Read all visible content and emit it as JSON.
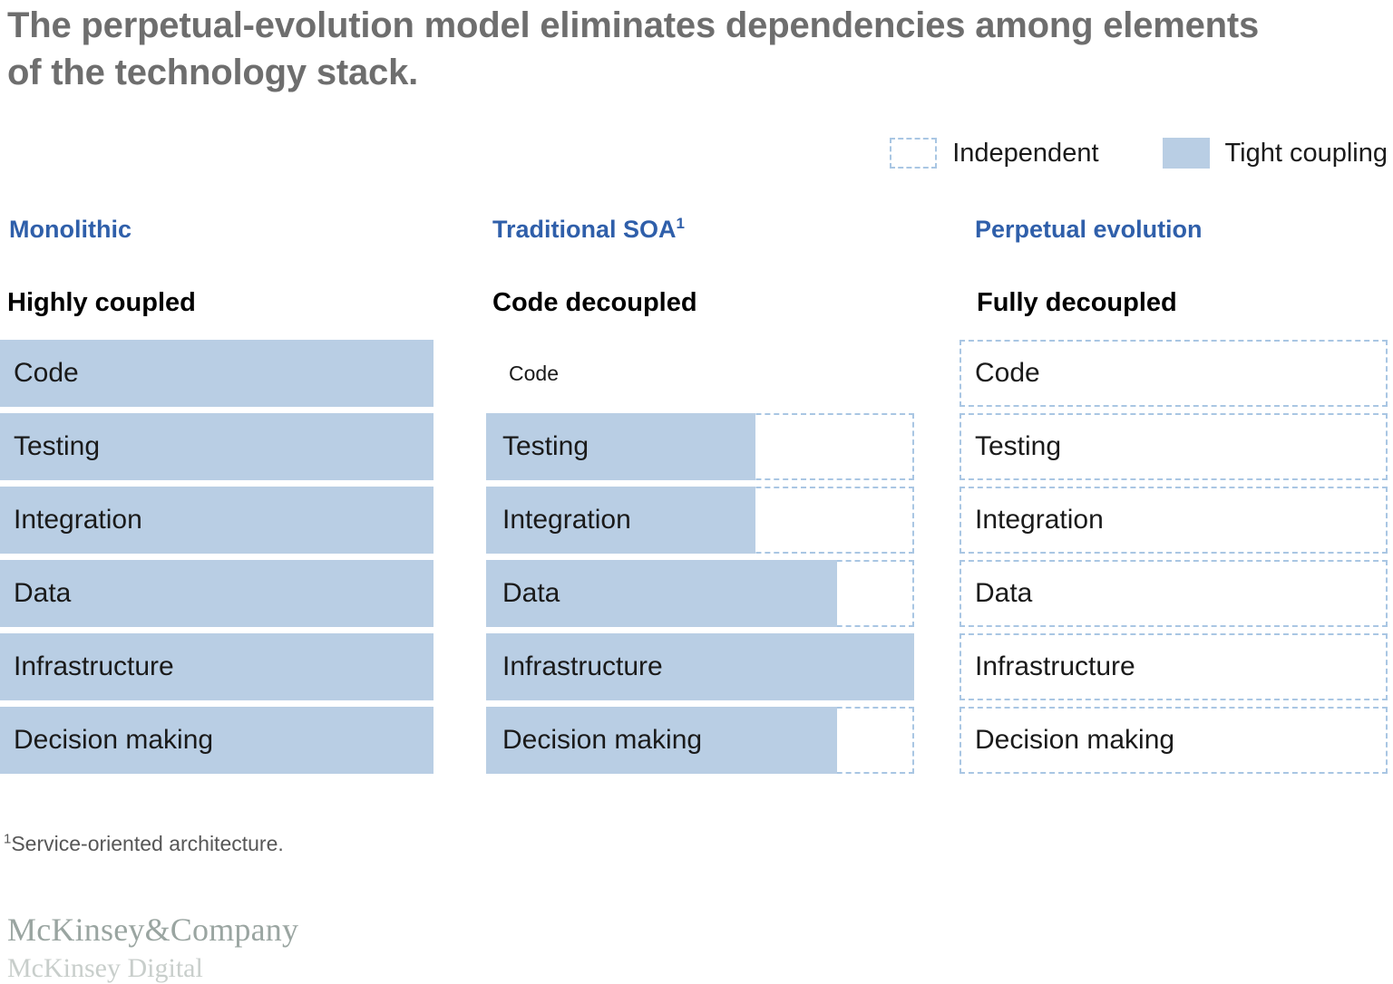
{
  "title": "The perpetual-evolution model eliminates dependencies among elements of the technology stack.",
  "colors": {
    "title_gray": "#6e6e6e",
    "heading_blue": "#2f5faa",
    "bar_fill": "#b9cee4",
    "dash_border": "#a9c6e3",
    "body_black": "#1a1a1a",
    "footnote_gray": "#575757",
    "logo_gray": "#9aa5a1"
  },
  "legend": {
    "items": [
      {
        "label": "Independent",
        "swatch": "dashed"
      },
      {
        "label": "Tight coupling",
        "swatch": "solid"
      }
    ]
  },
  "chart_data": {
    "type": "bar",
    "title": "The perpetual-evolution model eliminates dependencies among elements of the technology stack.",
    "orientation": "horizontal",
    "grid": false,
    "legend_position": "top-right",
    "legend": [
      "Independent",
      "Tight coupling"
    ],
    "categories": [
      "Code",
      "Testing",
      "Integration",
      "Data",
      "Infrastructure",
      "Decision making"
    ],
    "xlabel": "",
    "ylabel": "",
    "note": "Bar length encodes degree of tight coupling as a fraction of the full stack width; dashed remainder encodes independence.",
    "series": [
      {
        "name": "Monolithic",
        "subtitle": "Highly coupled",
        "coupling_fraction": [
          1.0,
          1.0,
          1.0,
          1.0,
          1.0,
          1.0
        ],
        "independent_fraction": [
          0.0,
          0.0,
          0.0,
          0.0,
          0.0,
          0.0
        ]
      },
      {
        "name": "Traditional SOA",
        "subtitle": "Code decoupled",
        "coupling_fraction": [
          0.0,
          0.63,
          0.63,
          0.82,
          1.0,
          0.82
        ],
        "independent_fraction": [
          0.0,
          0.37,
          0.37,
          0.18,
          0.0,
          0.18
        ]
      },
      {
        "name": "Perpetual evolution",
        "subtitle": "Fully decoupled",
        "coupling_fraction": [
          0.0,
          0.0,
          0.0,
          0.0,
          0.0,
          0.0
        ],
        "independent_fraction": [
          1.0,
          1.0,
          1.0,
          1.0,
          1.0,
          1.0
        ]
      }
    ]
  },
  "columns": [
    {
      "id": "monolithic",
      "title": "Monolithic",
      "title_sup": "",
      "subtitle": "Highly coupled",
      "rows": [
        {
          "label": "Code",
          "style": "filled",
          "fill_pct": 100,
          "dash_pct": 0
        },
        {
          "label": "Testing",
          "style": "filled",
          "fill_pct": 100,
          "dash_pct": 0
        },
        {
          "label": "Integration",
          "style": "filled",
          "fill_pct": 100,
          "dash_pct": 0
        },
        {
          "label": "Data",
          "style": "filled",
          "fill_pct": 100,
          "dash_pct": 0
        },
        {
          "label": "Infrastructure",
          "style": "filled",
          "fill_pct": 100,
          "dash_pct": 0
        },
        {
          "label": "Decision making",
          "style": "filled",
          "fill_pct": 100,
          "dash_pct": 0
        }
      ]
    },
    {
      "id": "traditional-soa",
      "title": "Traditional SOA",
      "title_sup": "1",
      "subtitle": "Code decoupled",
      "rows": [
        {
          "label": "Code",
          "style": "plain",
          "fill_pct": 0,
          "dash_pct": 0
        },
        {
          "label": "Testing",
          "style": "mixed",
          "fill_pct": 63,
          "dash_pct": 100
        },
        {
          "label": "Integration",
          "style": "mixed",
          "fill_pct": 63,
          "dash_pct": 100
        },
        {
          "label": "Data",
          "style": "mixed",
          "fill_pct": 82,
          "dash_pct": 100
        },
        {
          "label": "Infrastructure",
          "style": "filled",
          "fill_pct": 100,
          "dash_pct": 0
        },
        {
          "label": "Decision making",
          "style": "mixed",
          "fill_pct": 82,
          "dash_pct": 100
        }
      ]
    },
    {
      "id": "perpetual-evolution",
      "title": "Perpetual evolution",
      "title_sup": "",
      "subtitle": "Fully decoupled",
      "rows": [
        {
          "label": "Code",
          "style": "dashed",
          "fill_pct": 0,
          "dash_pct": 100
        },
        {
          "label": "Testing",
          "style": "dashed",
          "fill_pct": 0,
          "dash_pct": 100
        },
        {
          "label": "Integration",
          "style": "dashed",
          "fill_pct": 0,
          "dash_pct": 100
        },
        {
          "label": "Data",
          "style": "dashed",
          "fill_pct": 0,
          "dash_pct": 100
        },
        {
          "label": "Infrastructure",
          "style": "dashed",
          "fill_pct": 0,
          "dash_pct": 100
        },
        {
          "label": "Decision making",
          "style": "dashed",
          "fill_pct": 0,
          "dash_pct": 100
        }
      ]
    }
  ],
  "footnote": {
    "marker": "1",
    "text": "Service-oriented architecture."
  },
  "brand": {
    "logo": "McKinsey&Company",
    "logo_sub": "McKinsey Digital"
  }
}
